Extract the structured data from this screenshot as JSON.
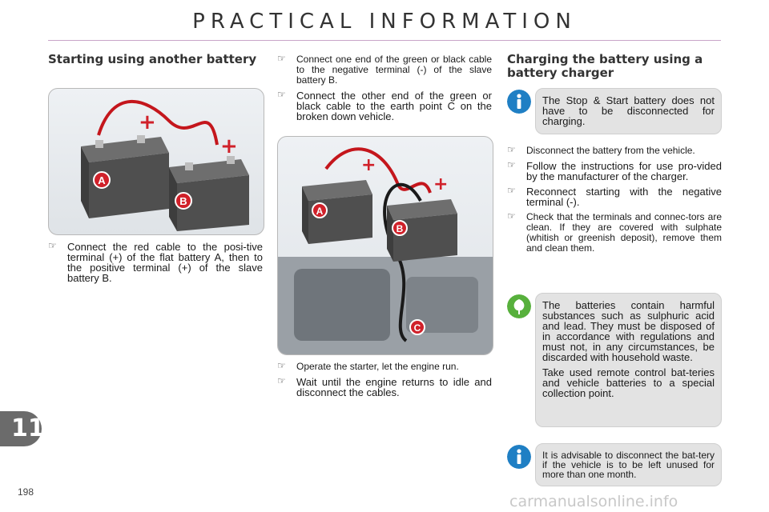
{
  "page": {
    "title": "PRACTICAL INFORMATION",
    "chapter": "11",
    "page_number": "198",
    "watermark": "carmanualsonline.info"
  },
  "left": {
    "heading": "Starting using another battery",
    "bullets": [
      "Connect the red cable to the posi-tive terminal (+) of the flat battery A, then to the positive terminal (+) of the slave battery B."
    ],
    "figure_labels": [
      "A",
      "B"
    ]
  },
  "middle": {
    "bullets_top": [
      "Connect one end of the green or black cable to the negative terminal (-) of the slave battery B.",
      "Connect the other end of the green or black cable to the earth point C on the broken down vehicle."
    ],
    "figure_labels": [
      "A",
      "B",
      "C"
    ],
    "bullets_bottom": [
      "Operate the starter, let the engine run.",
      "Wait until the engine returns to idle and disconnect the cables."
    ]
  },
  "right": {
    "heading": "Charging the battery using a battery charger",
    "info1": "The Stop & Start battery does not have to be disconnected for charging.",
    "bullets": [
      "Disconnect the battery from the vehicle.",
      "Follow the instructions for use pro-vided by the manufacturer of the charger.",
      "Reconnect starting with the negative terminal (-).",
      "Check that the terminals and connec-tors are clean. If they are covered with sulphate (whitish or greenish deposit), remove them and clean them."
    ],
    "eco_p1": "The batteries contain harmful substances such as sulphuric acid and lead. They must be disposed of in accordance with regulations and must not, in any circumstances, be discarded with household waste.",
    "eco_p2": "Take used remote control bat-teries and vehicle batteries to a special collection point.",
    "info2": "It is advisable to disconnect the bat-tery if the vehicle is to be left unused for more than one month."
  },
  "icons": {
    "bullet": "pointing-hand-icon",
    "info": "info-icon",
    "eco": "leaf-icon"
  },
  "colors": {
    "info_blue": "#1f7fc4",
    "eco_green": "#57b03c",
    "plus_red": "#d0212a",
    "cable_red": "#c4161c"
  }
}
